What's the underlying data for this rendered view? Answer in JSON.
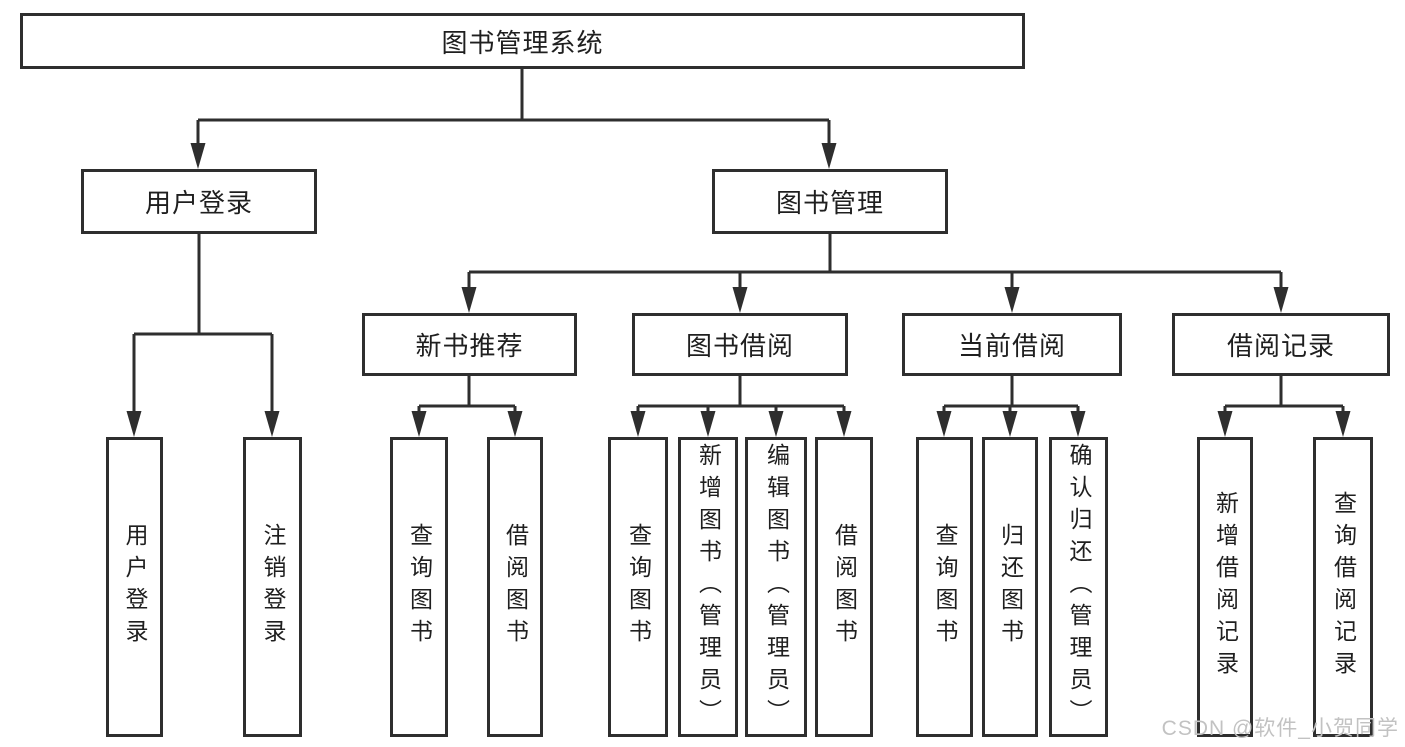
{
  "diagram": {
    "root": {
      "label": "图书管理系统"
    },
    "branches": [
      {
        "label": "用户登录",
        "children": [
          {
            "label": "用户登录"
          },
          {
            "label": "注销登录"
          }
        ]
      },
      {
        "label": "图书管理",
        "groups": [
          {
            "label": "新书推荐",
            "children": [
              {
                "label": "查询图书"
              },
              {
                "label": "借阅图书"
              }
            ]
          },
          {
            "label": "图书借阅",
            "children": [
              {
                "label": "查询图书"
              },
              {
                "label": "新增图书（管理员）"
              },
              {
                "label": "编辑图书（管理员）"
              },
              {
                "label": "借阅图书"
              }
            ]
          },
          {
            "label": "当前借阅",
            "children": [
              {
                "label": "查询图书"
              },
              {
                "label": "归还图书"
              },
              {
                "label": "确认归还（管理员）"
              }
            ]
          },
          {
            "label": "借阅记录",
            "children": [
              {
                "label": "新增借阅记录"
              },
              {
                "label": "查询借阅记录"
              }
            ]
          }
        ]
      }
    ]
  },
  "watermark": {
    "text": "CSDN @软件_小贺同学"
  },
  "colors": {
    "line": "#2e2e2e",
    "text": "#1f1f1f",
    "watermark": "#c2c2c2",
    "background": "#ffffff"
  }
}
